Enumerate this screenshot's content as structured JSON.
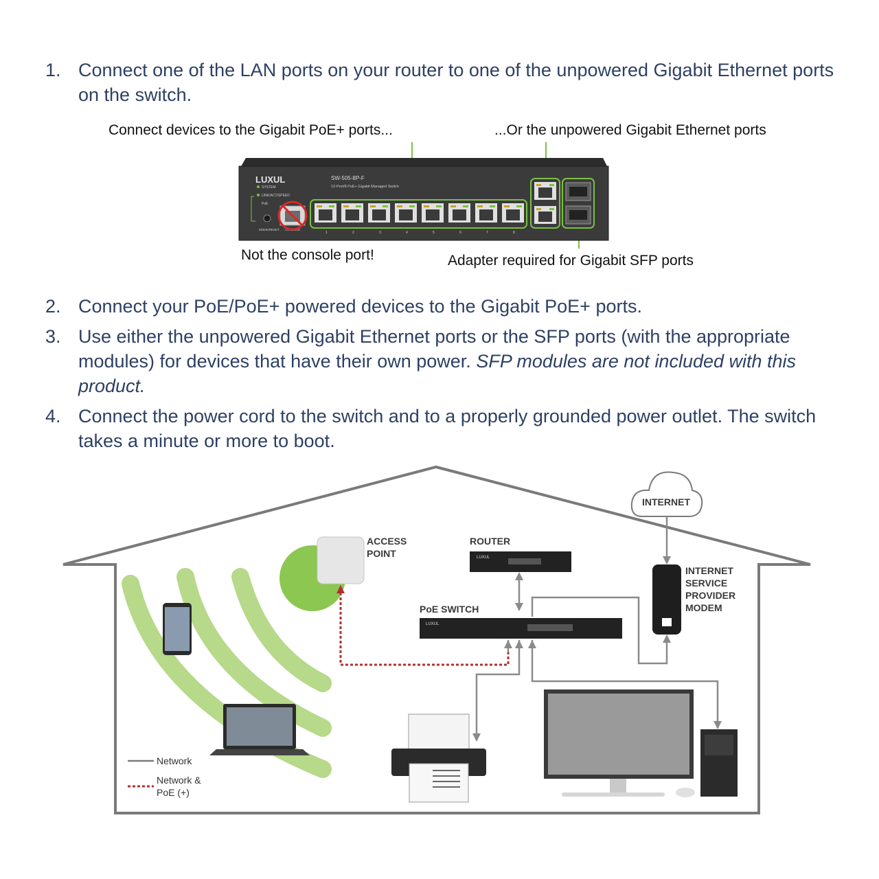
{
  "steps": [
    {
      "num": "1.",
      "text": "Connect one of the LAN ports on your router to one of the unpowered Gigabit Ethernet ports on the switch."
    },
    {
      "num": "2.",
      "text": "Connect your PoE/PoE+ powered devices to the Gigabit PoE+ ports."
    },
    {
      "num": "3.",
      "text": "Use either the unpowered Gigabit Ethernet ports or the SFP ports (with the appropriate modules) for devices that have their own power. ",
      "italic": "SFP modules are not included with this product."
    },
    {
      "num": "4.",
      "text": "Connect the power cord to the switch and to a properly grounded power outlet. The switch takes a minute or more to boot."
    }
  ],
  "switch_photo": {
    "caption_poe": "Connect devices to the Gigabit PoE+ ports...",
    "caption_unpowered": "...Or the unpowered Gigabit Ethernet ports",
    "caption_console": "Not the console port!",
    "caption_sfp": "Adapter required for Gigabit SFP ports",
    "brand": "LUXUL",
    "model": "SW-505-8P-F",
    "model_desc": "12-Port/8 PoE+ Gigabit Managed Switch",
    "led_system": "SYSTEM",
    "led_link": "LINK/ACT/SPEED",
    "led_poe": "PoE",
    "mode_label": "MODE/RESET",
    "console_label": "CONSOLE",
    "port_numbers": [
      "1",
      "2",
      "3",
      "4",
      "5",
      "6",
      "7",
      "8"
    ],
    "accent_color": "#7ac143"
  },
  "diagram": {
    "internet": "INTERNET",
    "access_point": [
      "ACCESS",
      "POINT"
    ],
    "router": "ROUTER",
    "poe_switch": "PoE SWITCH",
    "modem": [
      "INTERNET",
      "SERVICE",
      "PROVIDER",
      "MODEM"
    ],
    "device_brand": "LUXUL",
    "legend_network": "Network",
    "legend_poe": [
      "Network &",
      "PoE (+)"
    ],
    "network_color": "#8a8a8a",
    "poe_color": "#b03030",
    "wifi_color": "#b6d98a"
  }
}
